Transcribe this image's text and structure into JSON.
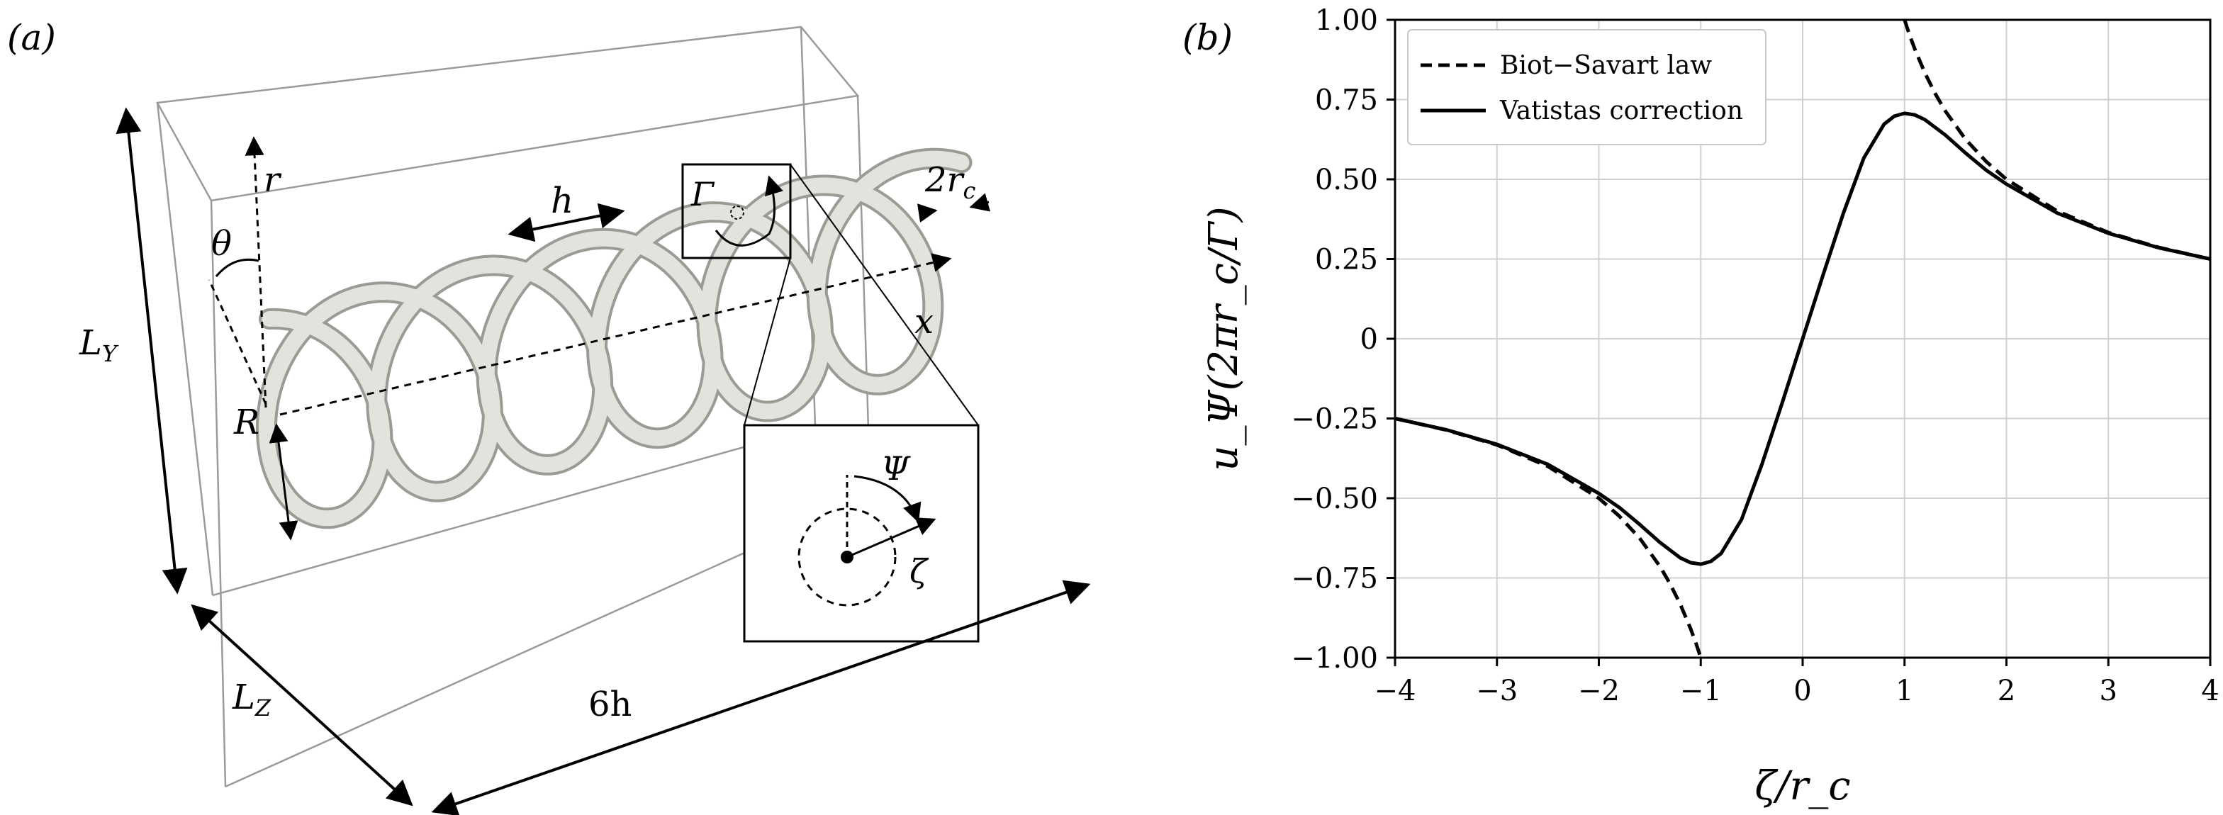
{
  "panel_a": {
    "label": "(a)",
    "symbols": {
      "r": "r",
      "theta": "θ",
      "h": "h",
      "gamma": "Γ",
      "two_rc": "2r",
      "rc_sub": "c",
      "x": "x",
      "LY": "L",
      "LY_sub": "Y",
      "LZ": "L",
      "LZ_sub": "Z",
      "R": "R",
      "psi": "Ψ",
      "zeta": "ζ",
      "six_h": "6h"
    }
  },
  "panel_b": {
    "label": "(b)"
  },
  "colors": {
    "line": "#000000",
    "grid": "#d0d0d0",
    "helix": "#e4e2dc",
    "helix_edge": "#9b9a94"
  },
  "chart_data": {
    "type": "line",
    "xlabel": "ζ/r_c",
    "ylabel": "u_Ψ(2πr_c/Γ)",
    "xlim": [
      -4,
      4
    ],
    "ylim": [
      -1.0,
      1.0
    ],
    "x_ticks": [
      -4,
      -3,
      -2,
      -1,
      0,
      1,
      2,
      3,
      4
    ],
    "x_tick_labels": [
      "−4",
      "−3",
      "−2",
      "−1",
      "0",
      "1",
      "2",
      "3",
      "4"
    ],
    "y_ticks": [
      -1.0,
      -0.75,
      -0.5,
      -0.25,
      0,
      0.25,
      0.5,
      0.75,
      1.0
    ],
    "y_tick_labels": [
      "−1.00",
      "−0.75",
      "−0.50",
      "−0.25",
      "0",
      "0.25",
      "0.50",
      "0.75",
      "1.00"
    ],
    "grid": true,
    "legend": "top-left",
    "series": [
      {
        "name": "Biot−Savart law",
        "style": "dashed",
        "x": [
          -4.0,
          -3.5,
          -3.0,
          -2.5,
          -2.0,
          -1.8,
          -1.6,
          -1.4,
          -1.3,
          -1.2,
          -1.1,
          -1.05,
          -1.0,
          null,
          1.0,
          1.05,
          1.1,
          1.2,
          1.3,
          1.4,
          1.6,
          1.8,
          2.0,
          2.5,
          3.0,
          3.5,
          4.0
        ],
        "y": [
          -0.25,
          -0.286,
          -0.333,
          -0.4,
          -0.5,
          -0.556,
          -0.625,
          -0.714,
          -0.769,
          -0.833,
          -0.909,
          -0.952,
          -1.0,
          null,
          1.0,
          0.952,
          0.909,
          0.833,
          0.769,
          0.714,
          0.625,
          0.556,
          0.5,
          0.4,
          0.333,
          0.286,
          0.25
        ]
      },
      {
        "name": "Vatistas correction",
        "style": "solid",
        "x": [
          -4.0,
          -3.5,
          -3.0,
          -2.5,
          -2.0,
          -1.8,
          -1.6,
          -1.4,
          -1.2,
          -1.1,
          -1.0,
          -0.9,
          -0.8,
          -0.6,
          -0.4,
          -0.2,
          0.0,
          0.2,
          0.4,
          0.6,
          0.8,
          0.9,
          1.0,
          1.1,
          1.2,
          1.4,
          1.6,
          1.8,
          2.0,
          2.5,
          3.0,
          3.5,
          4.0
        ],
        "y": [
          -0.25,
          -0.285,
          -0.331,
          -0.394,
          -0.485,
          -0.529,
          -0.582,
          -0.639,
          -0.687,
          -0.702,
          -0.707,
          -0.698,
          -0.673,
          -0.567,
          -0.394,
          -0.2,
          0.0,
          0.2,
          0.394,
          0.567,
          0.673,
          0.698,
          0.707,
          0.702,
          0.687,
          0.639,
          0.582,
          0.529,
          0.485,
          0.394,
          0.331,
          0.285,
          0.25
        ]
      }
    ]
  }
}
